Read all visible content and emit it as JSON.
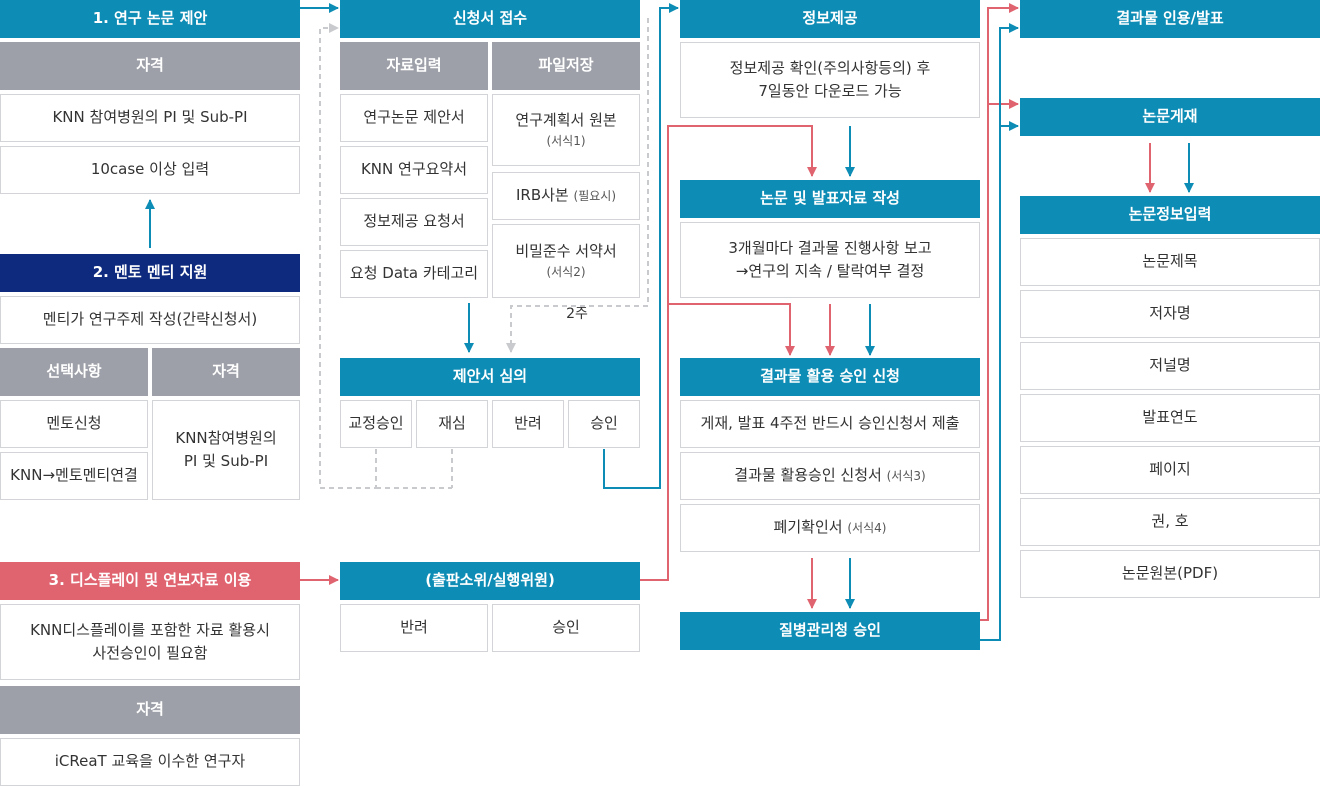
{
  "col1": {
    "s1_title": "1. 연구 논문 제안",
    "s1_qual_label": "자격",
    "s1_qual_1": "KNN 참여병원의 PI 및 Sub-PI",
    "s1_qual_2": "10case 이상 입력",
    "s2_title": "2. 멘토 멘티 지원",
    "s2_desc": "멘티가 연구주제 작성(간략신청서)",
    "s2_opt_label": "선택사항",
    "s2_qual_label": "자격",
    "s2_opt_1": "멘토신청",
    "s2_opt_2": "KNN→멘토멘티연결",
    "s2_qual_text": "KNN참여병원의\nPI 및 Sub-PI",
    "s3_title": "3. 디스플레이 및 연보자료 이용",
    "s3_desc": "KNN디스플레이를 포함한 자료 활용시\n사전승인이 필요함",
    "s3_qual_label": "자격",
    "s3_qual_text": "iCReaT 교육을 이수한 연구자"
  },
  "col2": {
    "receipt_title": "신청서 접수",
    "input_label": "자료입력",
    "save_label": "파일저장",
    "inputs": [
      "연구논문 제안서",
      "KNN 연구요약서",
      "정보제공 요청서",
      "요청 Data 카테고리"
    ],
    "file1_main": "연구계획서 원본",
    "file1_sub": "(서식1)",
    "file2_main": "IRB사본",
    "file2_sub": "(필요시)",
    "file3_main": "비밀준수 서약서",
    "file3_sub": "(서식2)",
    "two_weeks": "2주",
    "review_title": "제안서 심의",
    "review_opts": [
      "교정승인",
      "재심",
      "반려",
      "승인"
    ],
    "committee_title": "(출판소위/실행위원)",
    "committee_opts": [
      "반려",
      "승인"
    ]
  },
  "col3": {
    "info_title": "정보제공",
    "info_text": "정보제공 확인(주의사항등의) 후\n7일동안 다운로드 가능",
    "write_title": "논문 및 발표자료 작성",
    "write_text": "3개월마다 결과물 진행사항 보고\n→연구의 지속 / 탈락여부 결정",
    "apply_title": "결과물 활용 승인 신청",
    "apply_1": "게재, 발표 4주전 반드시 승인신청서 제출",
    "apply_2_main": "결과물 활용승인 신청서",
    "apply_2_sub": "(서식3)",
    "apply_3_main": "폐기확인서",
    "apply_3_sub": "(서식4)",
    "kdca_title": "질병관리청 승인"
  },
  "col4": {
    "cite_title": "결과물 인용/발표",
    "pub_title": "논문게재",
    "info_input_title": "논문정보입력",
    "fields": [
      "논문제목",
      "저자명",
      "저널명",
      "발표연도",
      "페이지",
      "권, 호",
      "논문원본(PDF)"
    ]
  }
}
